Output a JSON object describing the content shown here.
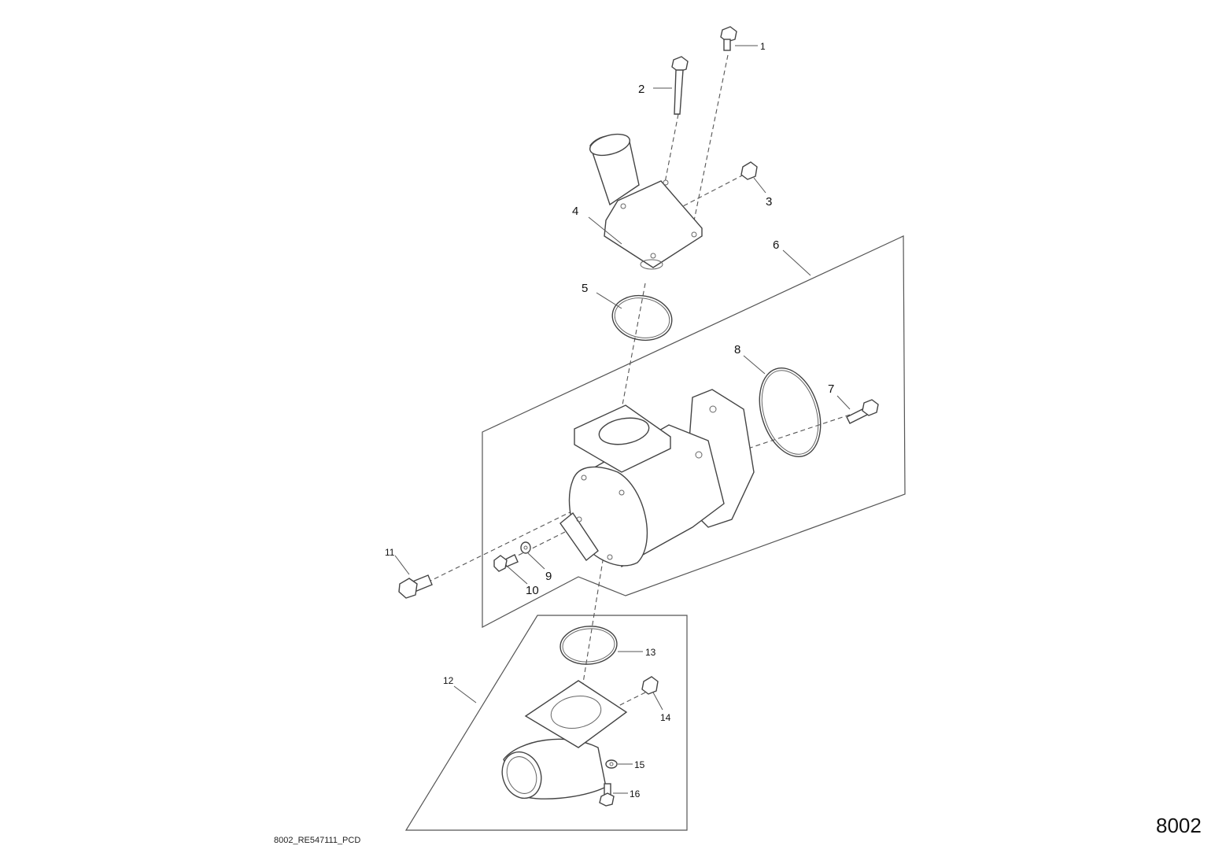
{
  "callouts": {
    "c1": "1",
    "c2": "2",
    "c3": "3",
    "c4": "4",
    "c5": "5",
    "c6": "6",
    "c7": "7",
    "c8": "8",
    "c9": "9",
    "c10": "10",
    "c11": "11",
    "c12": "12",
    "c13": "13",
    "c14": "14",
    "c15": "15",
    "c16": "16"
  },
  "figure_code": "8002_RE547111_PCD",
  "page_code": "8002"
}
